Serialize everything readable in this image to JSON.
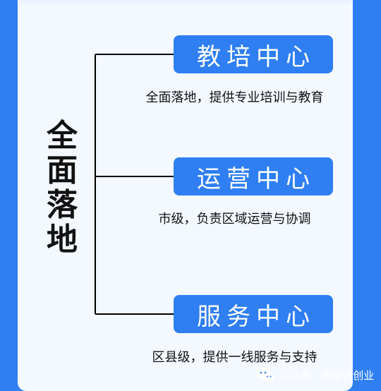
{
  "root": {
    "label": "全\n面\n落\n地"
  },
  "centers": [
    {
      "title": "教培中心",
      "desc": "全面落地，提供专业培训与教育"
    },
    {
      "title": "运营中心",
      "desc": "市级，负责区域运营与协调"
    },
    {
      "title": "服务中心",
      "desc": "区县级，提供一线服务与支持"
    }
  ],
  "footer": {
    "source": "公众号 · 庭姐谈创业"
  },
  "colors": {
    "background": "#2f7ff2",
    "card": "#f4f8ff",
    "pill": "#2f7ff2",
    "line": "#000000"
  }
}
